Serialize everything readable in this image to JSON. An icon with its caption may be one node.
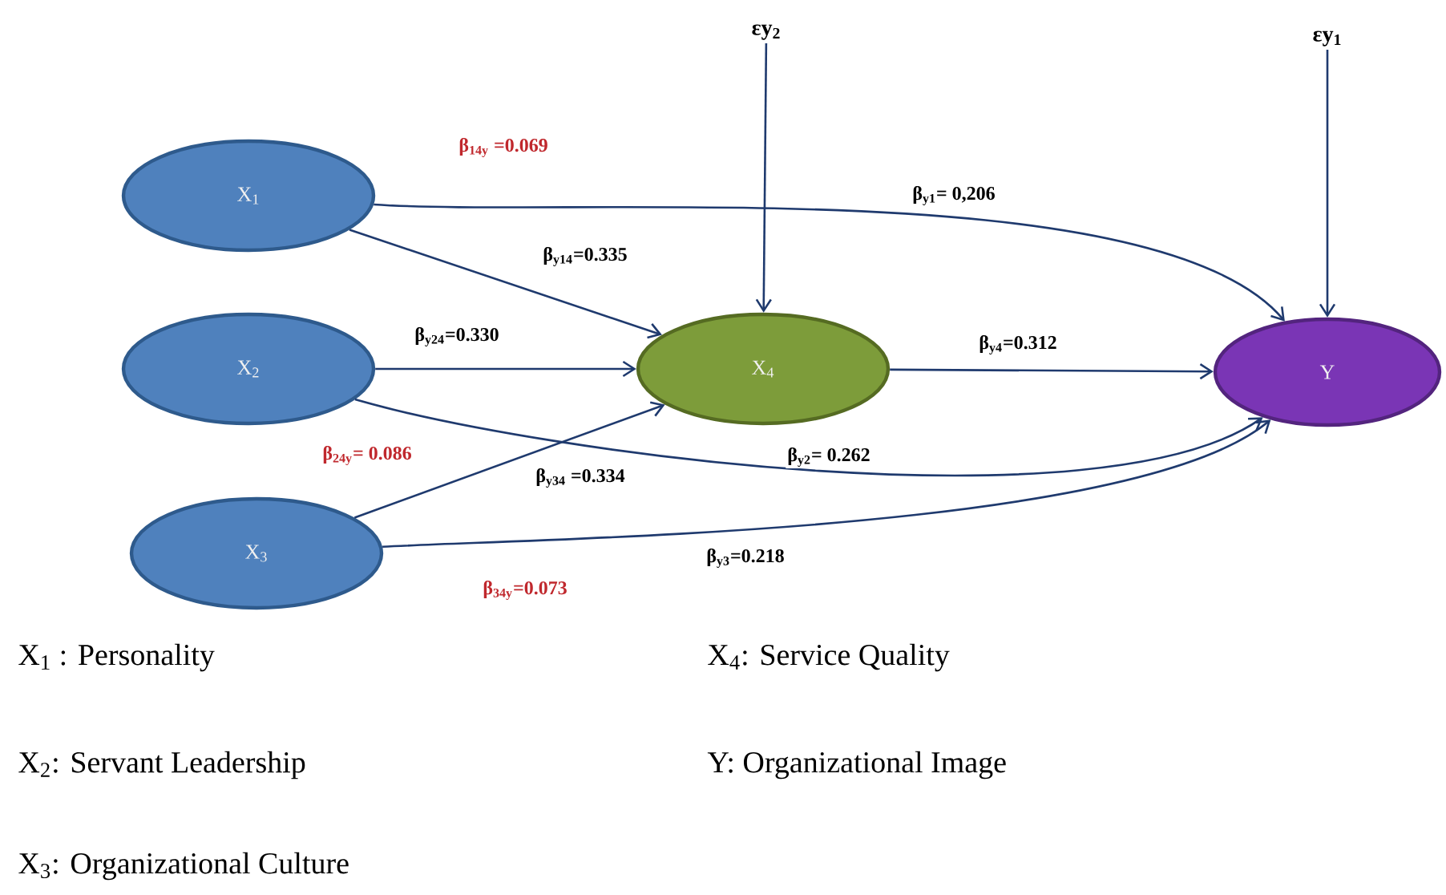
{
  "diagram": {
    "nodes": [
      {
        "text": [
          "X$_{1}$"
        ]
      },
      {
        "text": [
          "X$_{2}$"
        ]
      },
      {
        "text": [
          "X$_{3}$"
        ]
      },
      {
        "text": [
          "X$_{4}$"
        ]
      },
      {
        "text": [
          "Y"
        ]
      },
      {
        "text": [
          "εy$_{2}$"
        ]
      },
      {
        "text": [
          "εy$_{1}$"
        ]
      }
    ],
    "edges": [
      {
        "from": 0,
        "to": 3,
        "arrow": "to",
        "label": "β$_{y14}$=0.335"
      },
      {
        "from": 1,
        "to": 3,
        "arrow": "to",
        "label": "β$_{y24}$=0.330"
      },
      {
        "from": 2,
        "to": 3,
        "arrow": "to",
        "label": "β$_{y34}$ =0.334"
      },
      {
        "from": 3,
        "to": 4,
        "arrow": "to",
        "label": "β$_{y4}$=0.312"
      },
      {
        "from": 0,
        "to": 4,
        "arrow": "to",
        "label": "β$_{y1}$= 0,206"
      },
      {
        "from": 1,
        "to": 4,
        "arrow": "to",
        "label": "β$_{y2}$= 0.262"
      },
      {
        "from": 2,
        "to": 4,
        "arrow": "to",
        "label": "β$_{y3}$=0.218"
      },
      {
        "from": 5,
        "to": 3,
        "arrow": "to"
      },
      {
        "from": 6,
        "to": 4,
        "arrow": "to"
      }
    ],
    "labels": [
      "β$_{14y}$ =0.069",
      "β$_{24y}$= 0.086",
      "β$_{34y}$=0.073",
      "X$_{1}$ : Personality",
      "X$_{4}$: Service Quality",
      "X$_{2}$: Servant Leadership",
      "Y: Organizational Image",
      "X$_{3}$: Organizational Culture"
    ]
  }
}
